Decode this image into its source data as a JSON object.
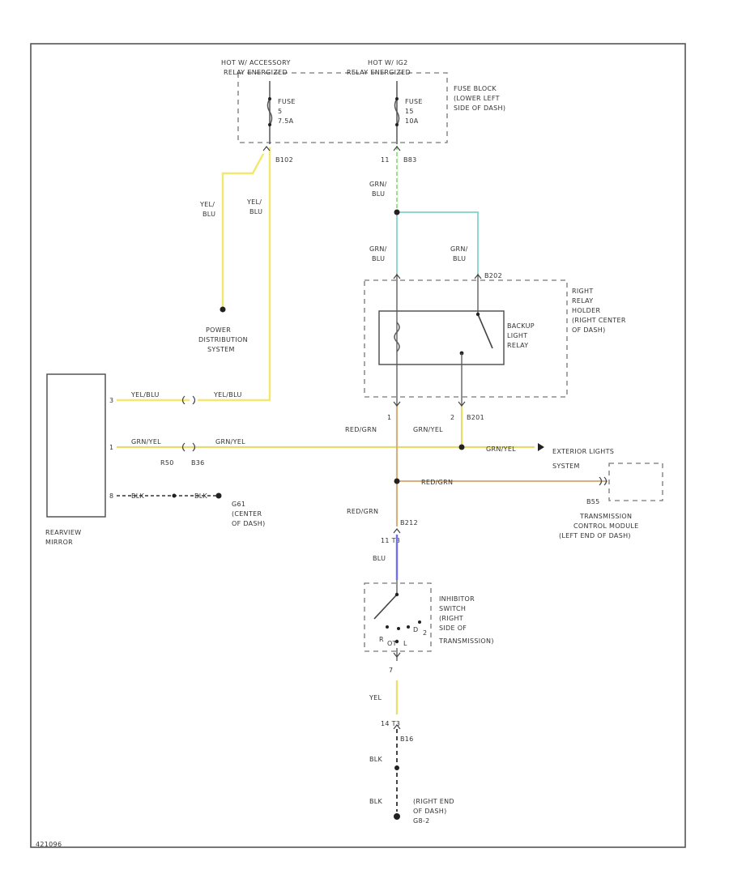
{
  "frame_id": "421096",
  "wire_colors": {
    "yel_blu": "#f2e870",
    "grn_blu": "#8ed8d2",
    "grn_blu_top": "#9be08a",
    "red_grn": "#d9b07c",
    "grn_yel": "#e6dc6e",
    "blu": "#6f6ff0",
    "yel": "#e8e06a",
    "blk": "#333333"
  },
  "fuse_block": {
    "hot_acc": [
      "HOT W/ ACCESSORY",
      "RELAY ENERGIZED"
    ],
    "hot_ig2": [
      "HOT W/ IG2",
      "RELAY ENERGIZED"
    ],
    "location": [
      "FUSE BLOCK",
      "(LOWER LEFT",
      "SIDE OF DASH)"
    ],
    "fuse_left": [
      "FUSE",
      "5",
      "7.5A"
    ],
    "fuse_right": [
      "FUSE",
      "15",
      "10A"
    ],
    "conn_left": "B102",
    "conn_right_pin": "11",
    "conn_right": "B83"
  },
  "wires": {
    "yel_blu_a": [
      "YEL/",
      "BLU"
    ],
    "yel_blu_b": [
      "YEL/",
      "BLU"
    ],
    "grn_blu_a": [
      "GRN/",
      "BLU"
    ],
    "grn_blu_b": [
      "GRN/",
      "BLU"
    ],
    "grn_blu_c": [
      "GRN/",
      "BLU"
    ]
  },
  "power_dist": [
    "POWER",
    "DISTRIBUTION",
    "SYSTEM"
  ],
  "relay": {
    "holder": [
      "RIGHT",
      "RELAY",
      "HOLDER",
      "(RIGHT CENTER",
      "OF DASH)"
    ],
    "name": [
      "BACKUP",
      "LIGHT",
      "RELAY"
    ],
    "conn": "B202",
    "pin_1": "1",
    "pin_2": "2",
    "conn_b": "B201"
  },
  "mirror": {
    "label": [
      "REARVIEW",
      "MIRROR"
    ],
    "pin_a": "3",
    "pin_b": "1",
    "pin_c": "8",
    "wire_a1": "YEL/BLU",
    "wire_a2": "YEL/BLU",
    "wire_b1": "GRN/YEL",
    "wire_b2": "GRN/YEL",
    "wire_c1": "BLK",
    "wire_c2": "BLK",
    "conn_1": "R50",
    "conn_2": "B36",
    "ground": [
      "G61",
      "(CENTER",
      "OF DASH)"
    ]
  },
  "center": {
    "red_grn_1": "RED/GRN",
    "grn_yel": "GRN/YEL",
    "grn_yel_2": "GRN/YEL",
    "red_grn_2": "RED/GRN",
    "red_grn_3": "RED/GRN",
    "conn": "B212",
    "pins": "11   T3",
    "blu": "BLU"
  },
  "exterior": [
    "EXTERIOR LIGHTS",
    "SYSTEM"
  ],
  "tcm": {
    "pin": "B55",
    "label": [
      "TRANSMISSION",
      "CONTROL MODULE",
      "(LEFT END OF DASH)"
    ]
  },
  "inhibitor": {
    "label": [
      "INHIBITOR",
      "SWITCH",
      "(RIGHT",
      "SIDE OF",
      "TRANSMISSION)"
    ],
    "pos_r": "R",
    "pos_d": "D",
    "pos_2": "2",
    "pos_ot": "OT",
    "pos_l": "L"
  },
  "bottom": {
    "pin_7": "7",
    "yel": "YEL",
    "conn_pins": "14    T3",
    "conn": "B16",
    "blk_1": "BLK",
    "blk_2": "BLK",
    "ground": [
      "(RIGHT END",
      "OF DASH)",
      "G8-2"
    ]
  }
}
